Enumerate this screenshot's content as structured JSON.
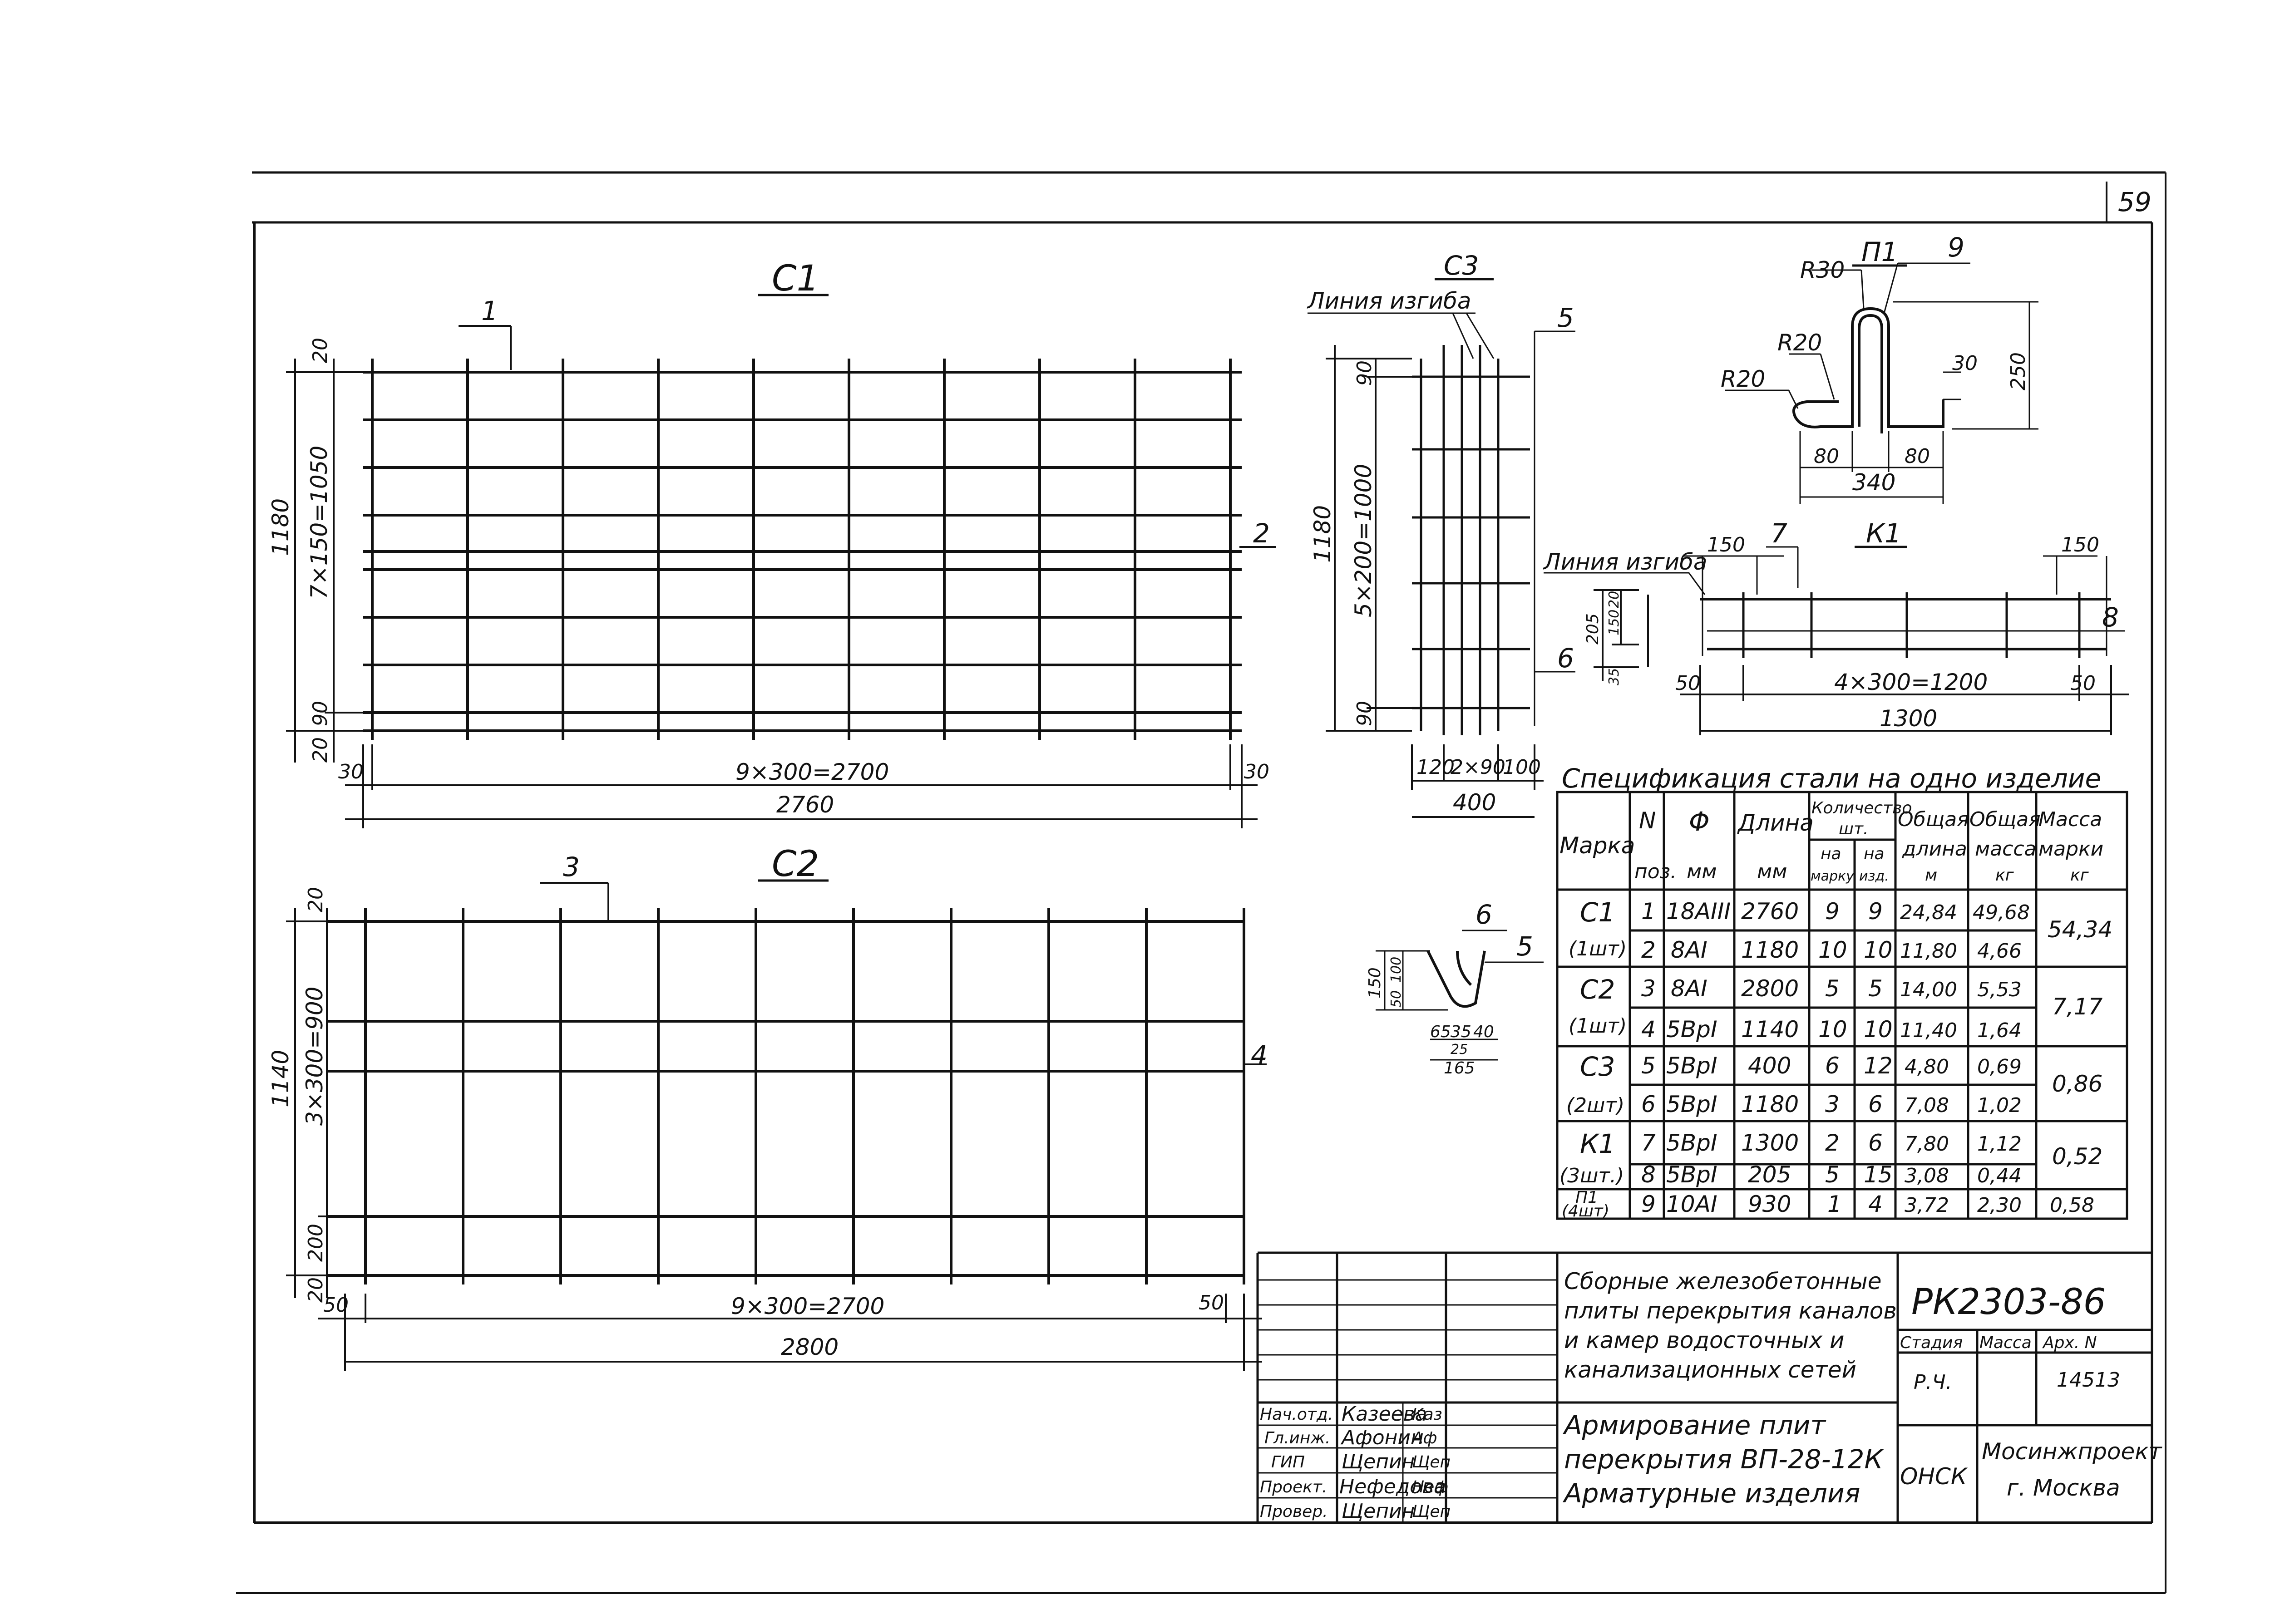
{
  "sheet": {
    "page_number": "59",
    "drawing_code": "РК2303-86",
    "title_block": {
      "name_line1": "Сборные железобетонные",
      "name_line2": "плиты перекрытия каналов",
      "name_line3": "и камер водосточных и",
      "name_line4": "канализационных сетей",
      "sheet_line1": "Армирование плит",
      "sheet_line2": "перекрытия ВП-28-12К",
      "sheet_line3": "Арматурные изделия",
      "stage_label": "Стадия",
      "mass_label": "Масса",
      "archive_label": "Арх. N",
      "stage_value": "Р.Ч.",
      "archive_value": "14513",
      "dept": "ОНСК",
      "org_line1": "Мосинжпроект",
      "org_line2": "г. Москва",
      "signers": [
        {
          "role": "Нач.отд.",
          "name": "Казеева",
          "sign": "Каз"
        },
        {
          "role": "Гл.инж.",
          "name": "Афонин",
          "sign": "Аф"
        },
        {
          "role": "ГИП",
          "name": "Щепин",
          "sign": "Щеп"
        },
        {
          "role": "Проект.",
          "name": "Нефедова",
          "sign": "Неф"
        },
        {
          "role": "Провер.",
          "name": "Щепин",
          "sign": "Щеп"
        }
      ]
    }
  },
  "c1": {
    "title": "С1",
    "pos_top": "1",
    "pos_right": "2",
    "dim_total_h": "1180",
    "dim_mid_h": "7×150=1050",
    "dim_top": "20",
    "dim_bot1": "90",
    "dim_bot2": "20",
    "dim_left": "30",
    "dim_right": "30",
    "dim_span": "9×300=2700",
    "dim_total_w": "2760"
  },
  "c2": {
    "title": "С2",
    "pos_top": "3",
    "pos_right": "4",
    "dim_total_h": "1140",
    "dim_mid_h": "3×300=900",
    "dim_top": "20",
    "dim_bot1": "200",
    "dim_bot2": "20",
    "dim_left": "50",
    "dim_right": "50",
    "dim_span": "9×300=2700",
    "dim_total_w": "2800"
  },
  "c3": {
    "title": "С3",
    "bend_line": "Линия изгиба",
    "pos_a": "5",
    "pos_b": "6",
    "dim_total_h": "1180",
    "dim_mid_h": "5×200=1000",
    "dim_top": "90",
    "dim_bot": "90",
    "dim_w1": "120",
    "dim_w2": "2×90",
    "dim_w3": "100",
    "dim_total_w": "400"
  },
  "c3_section": {
    "pos_a": "6",
    "pos_b": "5",
    "d150": "150",
    "d50": "50",
    "d100": "100",
    "d65": "65",
    "d35": "35",
    "d40": "40",
    "d25": "25",
    "d165": "165"
  },
  "p1": {
    "title": "П1",
    "pos": "9",
    "r30": "R30",
    "r20a": "R20",
    "r20b": "R20",
    "d30": "30",
    "d250": "250",
    "d80a": "80",
    "d80b": "80",
    "d340": "340"
  },
  "k1": {
    "title": "К1",
    "bend_line": "Линия изгиба",
    "pos_a": "7",
    "pos_b": "8",
    "d150a": "150",
    "d150b": "150",
    "d205": "205",
    "d150v": "150",
    "d20": "20",
    "d35": "35",
    "d50a": "50",
    "d50b": "50",
    "dim_span": "4×300=1200",
    "dim_total": "1300"
  },
  "spec": {
    "title": "Спецификация стали на одно изделие",
    "headers": {
      "mark": "Марка",
      "pos_top": "N",
      "pos_bot": "поз.",
      "dia_top": "Φ",
      "dia_bot": "мм",
      "len_top": "Длина",
      "len_bot": "мм",
      "qty_top": "Количество",
      "qty_unit": "шт.",
      "qty_a1": "на",
      "qty_a2": "марку",
      "qty_b1": "на",
      "qty_b2": "изд.",
      "tlen_top": "Общая",
      "tlen_mid": "длина",
      "tlen_bot": "м",
      "tmass_top": "Общая",
      "tmass_mid": "масса",
      "tmass_bot": "кг",
      "mmass_top": "Масса",
      "mmass_mid": "марки",
      "mmass_bot": "кг"
    },
    "groups": [
      {
        "mark": "С1",
        "qty": "(1шт)",
        "mass": "54,34",
        "rows": [
          {
            "pos": "1",
            "dia": "18АIII",
            "len": "2760",
            "q1": "9",
            "q2": "9",
            "tl": "24,84",
            "tm": "49,68"
          },
          {
            "pos": "2",
            "dia": "8АI",
            "len": "1180",
            "q1": "10",
            "q2": "10",
            "tl": "11,80",
            "tm": "4,66"
          }
        ]
      },
      {
        "mark": "С2",
        "qty": "(1шт)",
        "mass": "7,17",
        "rows": [
          {
            "pos": "3",
            "dia": "8АI",
            "len": "2800",
            "q1": "5",
            "q2": "5",
            "tl": "14,00",
            "tm": "5,53"
          },
          {
            "pos": "4",
            "dia": "5ВрI",
            "len": "1140",
            "q1": "10",
            "q2": "10",
            "tl": "11,40",
            "tm": "1,64"
          }
        ]
      },
      {
        "mark": "С3",
        "qty": "(2шт)",
        "mass": "0,86",
        "rows": [
          {
            "pos": "5",
            "dia": "5ВрI",
            "len": "400",
            "q1": "6",
            "q2": "12",
            "tl": "4,80",
            "tm": "0,69"
          },
          {
            "pos": "6",
            "dia": "5ВрI",
            "len": "1180",
            "q1": "3",
            "q2": "6",
            "tl": "7,08",
            "tm": "1,02"
          }
        ]
      },
      {
        "mark": "К1",
        "qty": "(3шт.)",
        "mass": "0,52",
        "rows": [
          {
            "pos": "7",
            "dia": "5ВрI",
            "len": "1300",
            "q1": "2",
            "q2": "6",
            "tl": "7,80",
            "tm": "1,12"
          },
          {
            "pos": "8",
            "dia": "5ВрI",
            "len": "205",
            "q1": "5",
            "q2": "15",
            "tl": "3,08",
            "tm": "0,44"
          }
        ]
      },
      {
        "mark": "П1",
        "qty": "(4шт)",
        "mass": "0,58",
        "rows": [
          {
            "pos": "9",
            "dia": "10АI",
            "len": "930",
            "q1": "1",
            "q2": "4",
            "tl": "3,72",
            "tm": "2,30"
          }
        ]
      }
    ]
  }
}
